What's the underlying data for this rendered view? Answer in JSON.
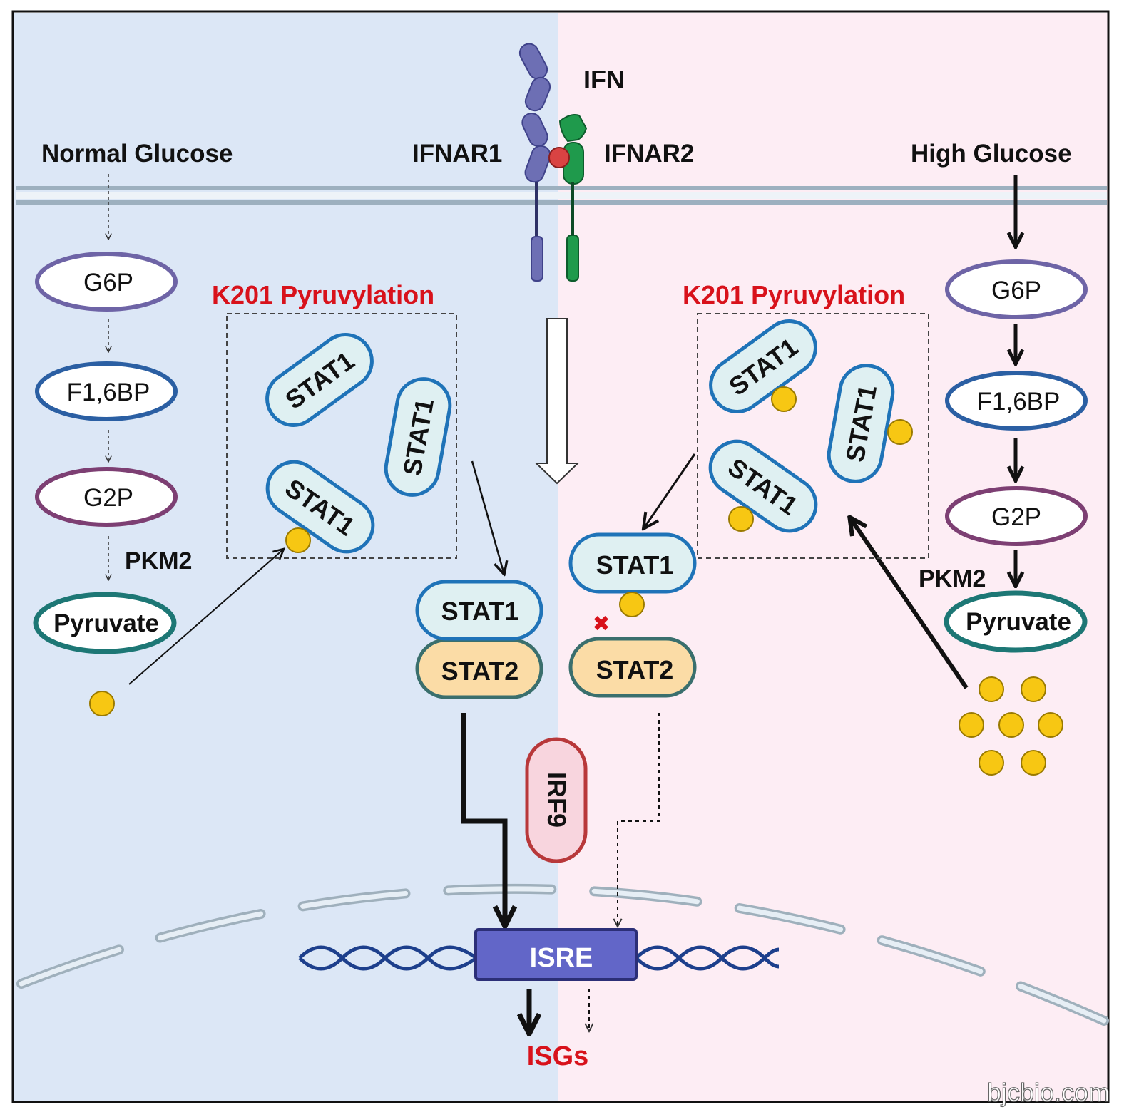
{
  "left_panel": {
    "condition": "Normal Glucose",
    "pathway": [
      "G6P",
      "F1,6BP",
      "G2P",
      "Pyruvate"
    ],
    "enzyme": "PKM2",
    "modification": "K201 Pyruvylation",
    "stat1_label": "STAT1",
    "complex": [
      "STAT1",
      "STAT2"
    ]
  },
  "receptor": {
    "ligand": "IFN",
    "subunit1": "IFNAR1",
    "subunit2": "IFNAR2"
  },
  "right_panel": {
    "condition": "High Glucose",
    "pathway": [
      "G6P",
      "F1,6BP",
      "G2P",
      "Pyruvate"
    ],
    "enzyme": "PKM2",
    "modification": "K201 Pyruvylation",
    "stat1_label": "STAT1",
    "complex": [
      "STAT1",
      "STAT2"
    ],
    "block_mark": "✖"
  },
  "nucleus": {
    "irf": "IRF9",
    "promoter": "ISRE",
    "output": "ISGs"
  },
  "watermark": "bjcbio.com",
  "colors": {
    "left_bg": "#dce7f6",
    "right_bg": "#fdedf4",
    "red_text": "#d8121b",
    "pyruvate_dot": "#f7c713",
    "stat1_fill": "#dff0f2",
    "stat1_stroke": "#1f73b8",
    "stat2_fill": "#fbdca6",
    "stat2_stroke": "#3a6f6d",
    "isre_fill": "#6266c8",
    "dna": "#1d3f8c"
  }
}
